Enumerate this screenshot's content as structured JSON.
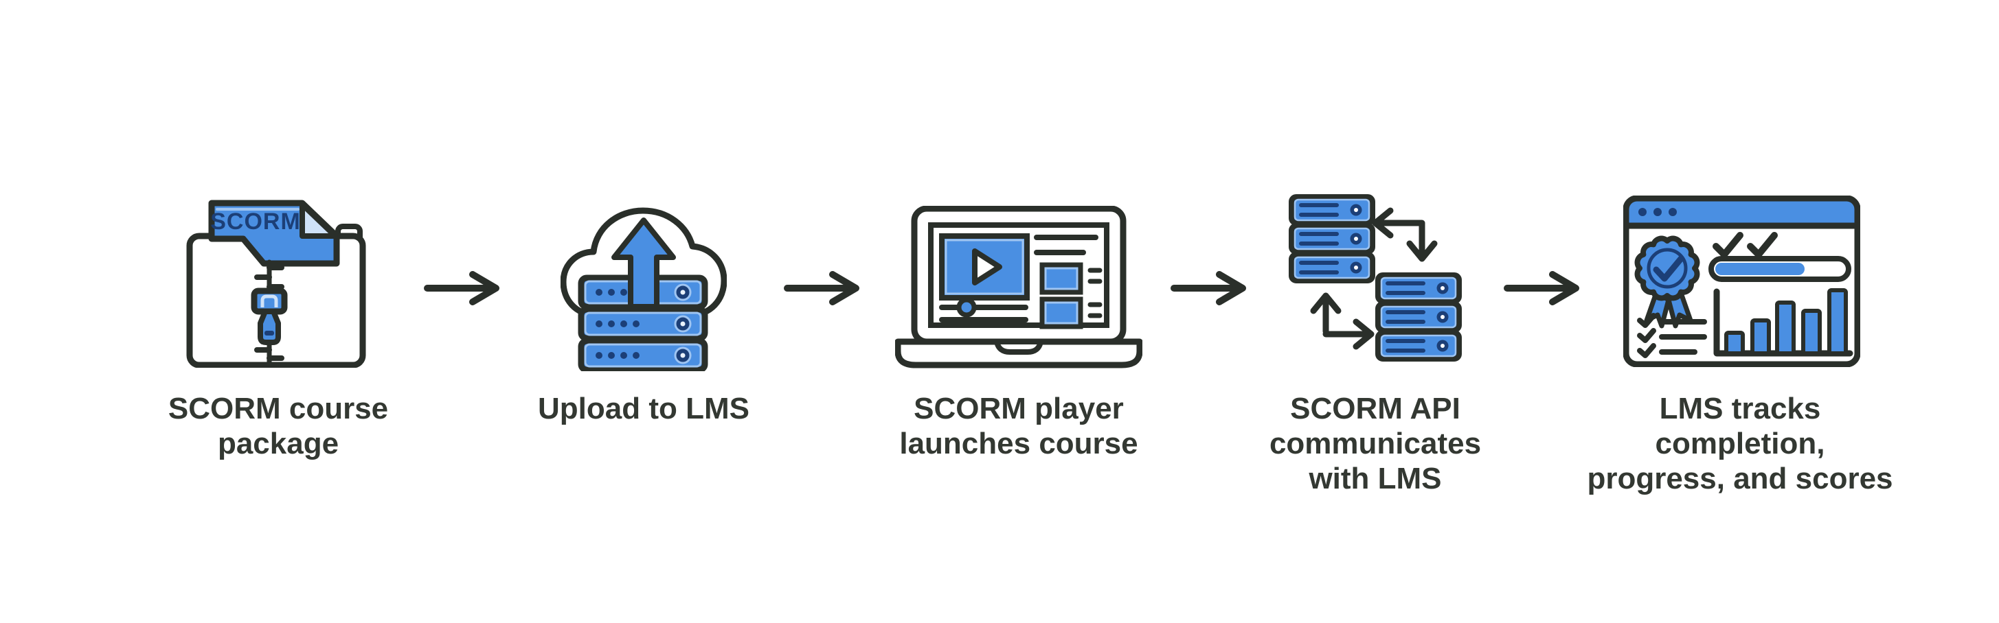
{
  "diagram": {
    "background": "#ffffff",
    "colors": {
      "outline": "#2a2f2a",
      "fill_blue": "#4a8fe2",
      "fill_blue_light": "#cfe2f8",
      "fill_blue_dark": "#1c3f77",
      "label_text": "#333832"
    },
    "steps": [
      {
        "id": "scorm-course-package",
        "label": "SCORM course\npackage",
        "icon": "zip-folder-icon",
        "badge_text": "SCORM"
      },
      {
        "id": "upload-to-lms",
        "label": "Upload to LMS",
        "icon": "cloud-upload-icon"
      },
      {
        "id": "scorm-player-launches-course",
        "label": "SCORM player\nlaunches course",
        "icon": "laptop-player-icon"
      },
      {
        "id": "scorm-api-communicates-with-lms",
        "label": "SCORM API\ncommunicates\nwith LMS",
        "icon": "server-sync-icon"
      },
      {
        "id": "lms-tracks",
        "label": "LMS tracks\ncompletion,\nprogress, and scores",
        "icon": "lms-report-icon"
      }
    ],
    "connectors": [
      {
        "type": "arrow-right"
      },
      {
        "type": "arrow-right"
      },
      {
        "type": "arrow-right"
      },
      {
        "type": "arrow-right"
      }
    ]
  }
}
